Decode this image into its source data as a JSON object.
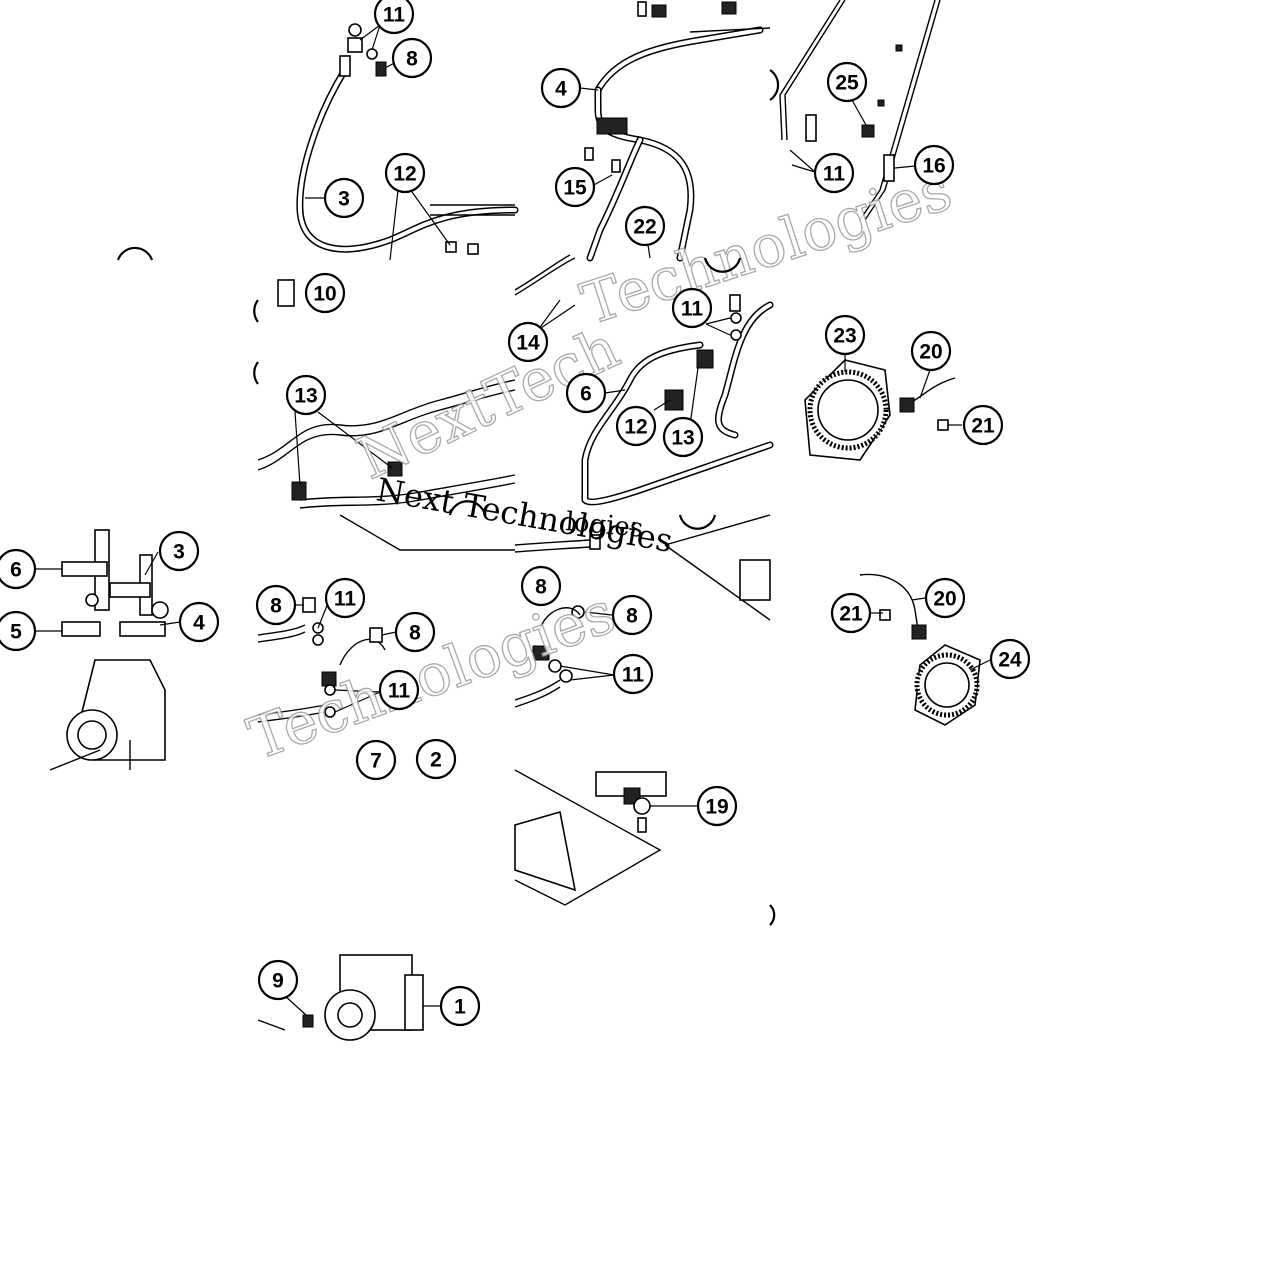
{
  "watermarks": [
    {
      "id": "wm-1",
      "text": "Technologies"
    },
    {
      "id": "wm-2",
      "text": "NextTech"
    },
    {
      "id": "wm-3",
      "text": "Next Technologies"
    },
    {
      "id": "wm-4",
      "text": "Technologies"
    },
    {
      "id": "wm-5",
      "text": "logies"
    }
  ],
  "callouts": [
    {
      "id": "c-11-top",
      "label": "11"
    },
    {
      "id": "c-8-top",
      "label": "8"
    },
    {
      "id": "c-3-hose",
      "label": "3"
    },
    {
      "id": "c-12-top",
      "label": "12"
    },
    {
      "id": "c-4-hose",
      "label": "4"
    },
    {
      "id": "c-15",
      "label": "15"
    },
    {
      "id": "c-22",
      "label": "22"
    },
    {
      "id": "c-25",
      "label": "25"
    },
    {
      "id": "c-11-right",
      "label": "11"
    },
    {
      "id": "c-16",
      "label": "16"
    },
    {
      "id": "c-10",
      "label": "10"
    },
    {
      "id": "c-13-left",
      "label": "13"
    },
    {
      "id": "c-14",
      "label": "14"
    },
    {
      "id": "c-11-mid",
      "label": "11"
    },
    {
      "id": "c-6-hose",
      "label": "6"
    },
    {
      "id": "c-12-mid",
      "label": "12"
    },
    {
      "id": "c-13-mid",
      "label": "13"
    },
    {
      "id": "c-23",
      "label": "23"
    },
    {
      "id": "c-20-top",
      "label": "20"
    },
    {
      "id": "c-21-top",
      "label": "21"
    },
    {
      "id": "c-6-abs",
      "label": "6"
    },
    {
      "id": "c-3-abs",
      "label": "3"
    },
    {
      "id": "c-5-abs",
      "label": "5"
    },
    {
      "id": "c-4-abs",
      "label": "4"
    },
    {
      "id": "c-8-a",
      "label": "8"
    },
    {
      "id": "c-11-a",
      "label": "11"
    },
    {
      "id": "c-8-b",
      "label": "8"
    },
    {
      "id": "c-11-b",
      "label": "11"
    },
    {
      "id": "c-7",
      "label": "7"
    },
    {
      "id": "c-2",
      "label": "2"
    },
    {
      "id": "c-8-c",
      "label": "8"
    },
    {
      "id": "c-8-d",
      "label": "8"
    },
    {
      "id": "c-11-c",
      "label": "11"
    },
    {
      "id": "c-20-bottom",
      "label": "20"
    },
    {
      "id": "c-21-bottom",
      "label": "21"
    },
    {
      "id": "c-24",
      "label": "24"
    },
    {
      "id": "c-19",
      "label": "19"
    },
    {
      "id": "c-9",
      "label": "9"
    },
    {
      "id": "c-1",
      "label": "1"
    }
  ]
}
